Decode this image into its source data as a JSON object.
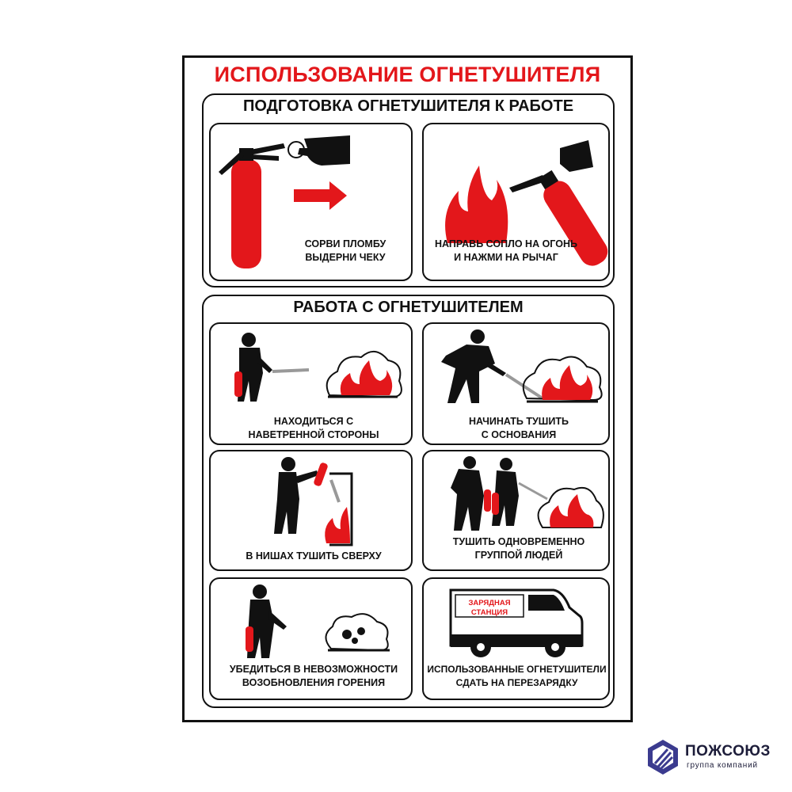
{
  "poster": {
    "title": "ИСПОЛЬЗОВАНИЕ ОГНЕТУШИТЕЛЯ",
    "section1": {
      "title": "ПОДГОТОВКА ОГНЕТУШИТЕЛЯ К РАБОТЕ",
      "card1": {
        "line1": "СОРВИ ПЛОМБУ",
        "line2": "ВЫДЕРНИ ЧЕКУ"
      },
      "card2": {
        "line1": "НАПРАВЬ СОПЛО НА ОГОНЬ",
        "line2": "И НАЖМИ НА РЫЧАГ"
      }
    },
    "section2": {
      "title": "РАБОТА С ОГНЕТУШИТЕЛЕМ",
      "card1": {
        "line1": "НАХОДИТЬСЯ С",
        "line2": "НАВЕТРЕННОЙ СТОРОНЫ"
      },
      "card2": {
        "line1": "НАЧИНАТЬ ТУШИТЬ",
        "line2": "С ОСНОВАНИЯ"
      },
      "card3": {
        "line1": "В НИШАХ ТУШИТЬ СВЕРХУ"
      },
      "card4": {
        "line1": "ТУШИТЬ ОДНОВРЕМЕННО",
        "line2": "ГРУППОЙ ЛЮДЕЙ"
      },
      "card5": {
        "line1": "УБЕДИТЬСЯ В НЕВОЗМОЖНОСТИ",
        "line2": "ВОЗОБНОВЛЕНИЯ ГОРЕНИЯ"
      },
      "card6": {
        "line1": "ИСПОЛЬЗОВАННЫЕ ОГНЕТУШИТЕЛИ",
        "line2": "СДАТЬ НА ПЕРЕЗАРЯДКУ",
        "van_label1": "ЗАРЯДНАЯ",
        "van_label2": "СТАНЦИЯ"
      }
    }
  },
  "logo": {
    "name": "ПОЖСОЮЗ",
    "subtitle": "группа компаний"
  },
  "colors": {
    "accent": "#e3171b",
    "ink": "#111111",
    "logo": "#1d1d3a",
    "logo_icon": "#3b3b8f"
  }
}
